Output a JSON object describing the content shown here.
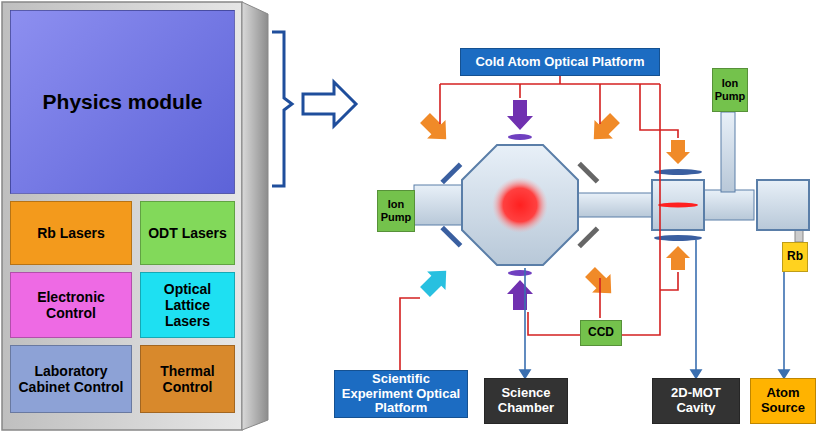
{
  "diagram": {
    "nodes": [
      {
        "text": [
          "Physics module"
        ]
      },
      {
        "text": [
          "Rb Lasers"
        ]
      },
      {
        "text": [
          "ODT Lasers"
        ]
      },
      {
        "text": [
          "Electronic Control"
        ]
      },
      {
        "text": [
          "Optical Lattice Lasers"
        ]
      },
      {
        "text": [
          "Laboratory Cabinet Control"
        ]
      },
      {
        "text": [
          "Thermal Control"
        ]
      },
      {
        "text": [
          "Cold Atom Optical Platform"
        ]
      },
      {
        "text": [
          "Ion Pump"
        ]
      },
      {
        "text": [
          "Ion Pump"
        ]
      },
      {
        "text": [
          "Rb"
        ]
      },
      {
        "text": [
          "CCD"
        ]
      },
      {
        "text": [
          "Scientific Experiment Optical Platform"
        ]
      },
      {
        "text": [
          "Science Chamber"
        ]
      },
      {
        "text": [
          "2D-MOT Cavity"
        ]
      },
      {
        "text": [
          "Atom Source"
        ]
      }
    ]
  }
}
